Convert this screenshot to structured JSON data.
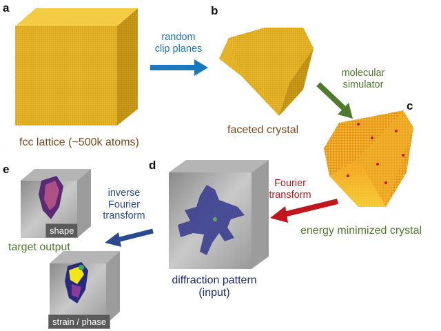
{
  "panels": {
    "a": {
      "letter": "a",
      "caption": "fcc lattice (~500k atoms)"
    },
    "b": {
      "letter": "b",
      "caption": "faceted crystal"
    },
    "c": {
      "letter": "c",
      "caption": "energy minimized crystal"
    },
    "d": {
      "letter": "d",
      "caption_line1": "diffraction pattern",
      "caption_line2": "(input)"
    },
    "e": {
      "letter": "e",
      "caption": "target output",
      "tag_shape": "shape",
      "tag_strain": "strain / phase"
    }
  },
  "steps": {
    "ab": {
      "line1": "random",
      "line2": "clip planes"
    },
    "bc": {
      "line1": "molecular",
      "line2": "simulator"
    },
    "cd": {
      "line1": "Fourier",
      "line2": "transform"
    },
    "de": {
      "line1": "inverse",
      "line2": "Fourier",
      "line3": "transform"
    }
  },
  "colors": {
    "gold": "#e6b422",
    "orange": "#f0a31a",
    "arrow_blue": "#1b78bf",
    "arrow_green": "#4f7a2e",
    "arrow_red": "#c0161d",
    "arrow_navy": "#2a4a8f",
    "caption_brown": "#7a4a1e",
    "caption_navy": "#1f2a6b"
  }
}
